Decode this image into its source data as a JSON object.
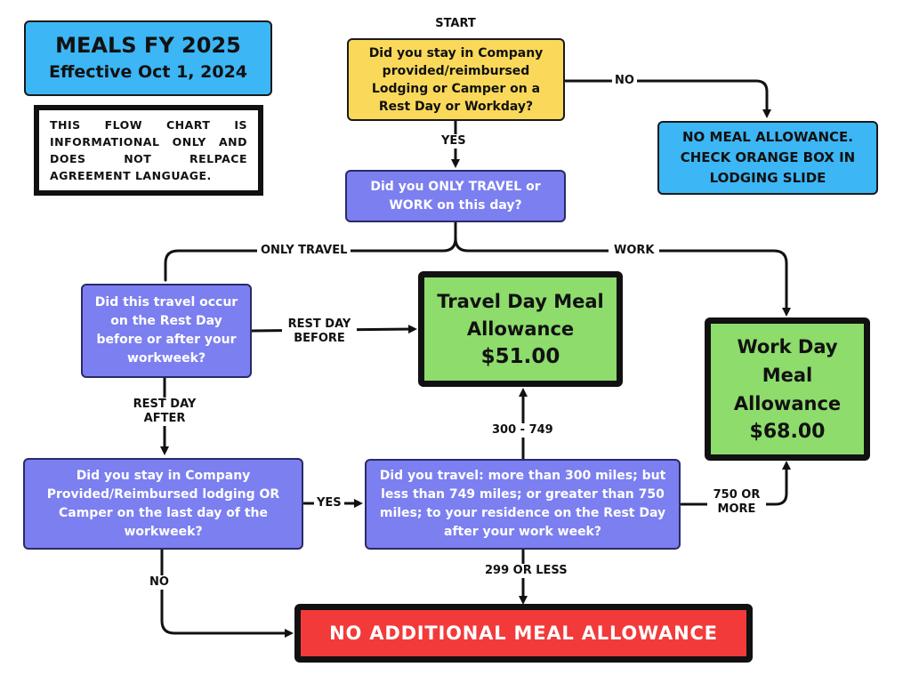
{
  "title": {
    "line1": "MEALS FY 2025",
    "line2": "Effective Oct 1, 2024"
  },
  "disclaimer": "THIS FLOW CHART IS INFORMATIONAL ONLY AND DOES NOT RELPACE AGREEMENT LANGUAGE.",
  "nodes": {
    "start_label": "START",
    "q_lodging": "Did you stay in Company provided/reimbursed Lodging or Camper on a Rest Day or Workday?",
    "no_allowance": "NO MEAL ALLOWANCE. CHECK ORANGE BOX IN LODGING SLIDE",
    "q_travel_work": "Did you ONLY TRAVEL or WORK on this day?",
    "q_rest_day": "Did this travel occur on the Rest Day before or after your workweek?",
    "travel_allowance": {
      "line1": "Travel Day Meal",
      "line2": "Allowance",
      "amount": "$51.00"
    },
    "work_allowance": {
      "line1": "Work Day",
      "line2": "Meal",
      "line3": "Allowance",
      "amount": "$68.00"
    },
    "q_last_day": "Did you stay in Company Provided/Reimbursed lodging OR Camper on the last day of the workweek?",
    "q_miles": "Did you travel: more than 300 miles; but less than 749 miles; or greater than 750 miles; to your residence on the Rest Day after your work week?",
    "no_additional": "NO ADDITIONAL MEAL ALLOWANCE"
  },
  "edges": {
    "no_1": "NO",
    "yes_1": "YES",
    "only_travel": "ONLY TRAVEL",
    "work": "WORK",
    "rest_day_before": "REST DAY BEFORE",
    "rest_day_after": "REST DAY AFTER",
    "yes_2": "YES",
    "range_300_749": "300 - 749",
    "range_750_more": "750 OR MORE",
    "range_299_less": "299 OR LESS",
    "no_2": "NO"
  },
  "colors": {
    "title_blue": "#3cb6f5",
    "question_yellow": "#fad95a",
    "question_purple": "#7b7ff0",
    "allowance_green": "#8ddc6c",
    "no_allowance_red": "#f23a3a"
  }
}
